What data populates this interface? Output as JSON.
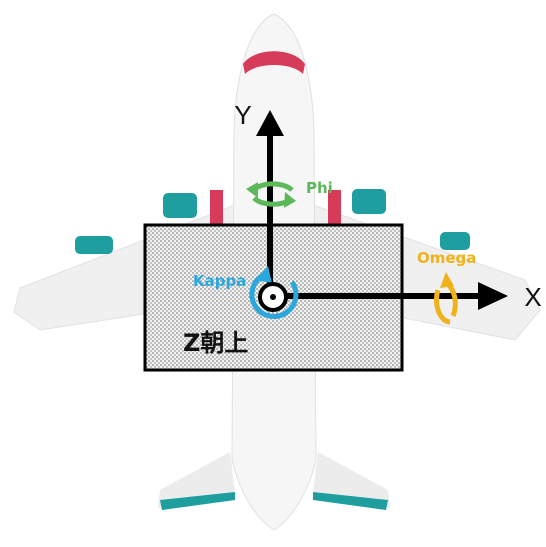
{
  "axes": {
    "y_label": "Y",
    "x_label": "X",
    "z_label": "Z朝上"
  },
  "rotations": {
    "phi_label": "Phi",
    "kappa_label": "Kappa",
    "omega_label": "Omega"
  },
  "colors": {
    "phi": "#5db85c",
    "kappa": "#2aa7dc",
    "omega": "#f0b21a",
    "aircraft_body": "#f4f4f4",
    "accent_red": "#d63b5a",
    "accent_teal": "#1e9e9e"
  },
  "icons": [
    "airplane-icon",
    "phi-rotation-icon",
    "kappa-rotation-icon",
    "omega-rotation-icon",
    "z-axis-up-icon"
  ]
}
